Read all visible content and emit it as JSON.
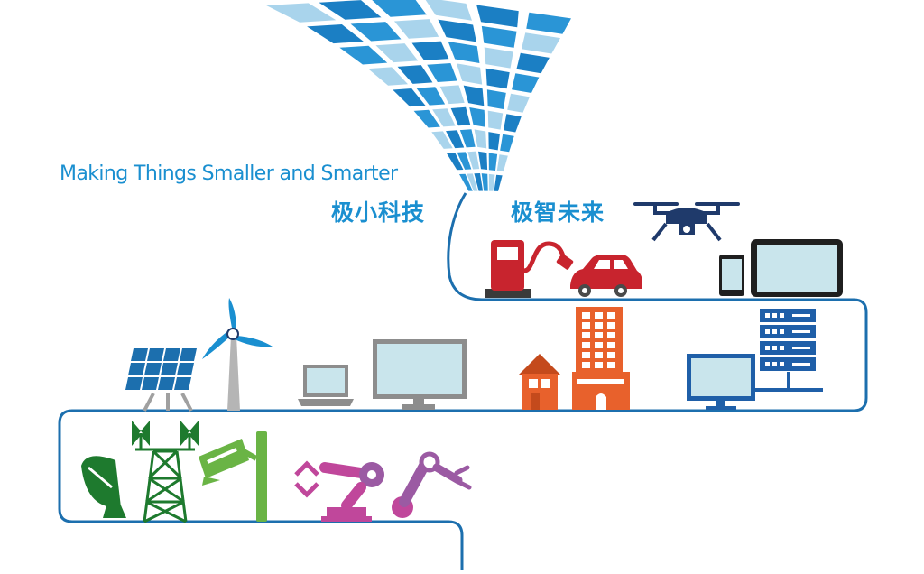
{
  "tagline": {
    "text": "Making Things Smaller and Smarter"
  },
  "slogan_left": {
    "text": "极小科技"
  },
  "slogan_right": {
    "text": "极智未来"
  },
  "colors": {
    "brand_blue": "#1a8fd0",
    "path_blue": "#1c6fae",
    "grid_light": "#a9d4ec",
    "red": "#c8242e",
    "navy": "#1f3a6b",
    "tablet_screen": "#c9e5ec",
    "orange": "#e8612c",
    "gray": "#8d8d8d",
    "green": "#1e7a2e",
    "lime": "#6ab445",
    "magenta": "#c0479b",
    "purple": "#9b5aa3"
  },
  "icons": [
    "flexible-solar-film",
    "charging-station-icon",
    "electric-car-icon",
    "drone-icon",
    "phone-icon",
    "tablet-icon",
    "solar-panel-icon",
    "wind-turbine-icon",
    "laptop-icon",
    "monitor-icon",
    "house-icon",
    "office-building-icon",
    "desktop-icon",
    "server-rack-icon",
    "satellite-dish-icon",
    "power-tower-icon",
    "security-camera-icon",
    "industrial-robot-icon",
    "robot-arm-icon"
  ]
}
